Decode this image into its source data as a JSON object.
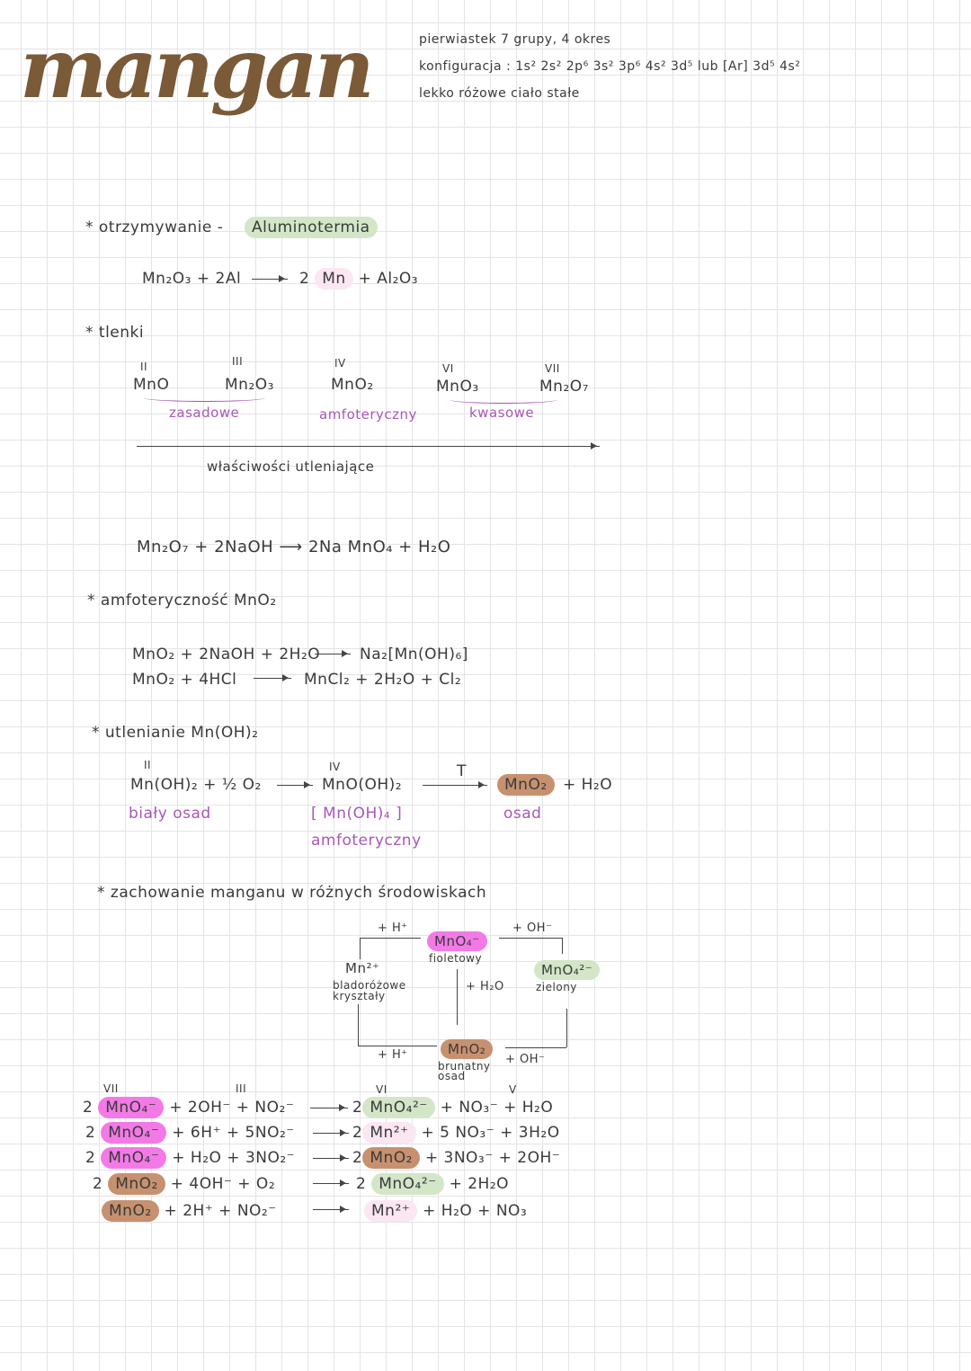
{
  "title": "mangan",
  "info": [
    "pierwiastek 7 grupy, 4 okres",
    "konfiguracja : 1s² 2s² 2p⁶ 3s² 3p⁶ 4s² 3d⁵ lub [Ar] 3d⁵ 4s²",
    "lekko różowe ciało stałe"
  ],
  "otrzymywanie": {
    "heading": "* otrzymywanie -",
    "method": "Aluminotermia",
    "eq_left": "Mn₂O₃ + 2Al",
    "eq_right_a": "2",
    "eq_right_mn": "Mn",
    "eq_right_b": "+ Al₂O₃"
  },
  "tlenki": {
    "heading": "* tlenki",
    "oxides": [
      {
        "ox": "II",
        "f": "MnO"
      },
      {
        "ox": "III",
        "f": "Mn₂O₃"
      },
      {
        "ox": "IV",
        "f": "MnO₂"
      },
      {
        "ox": "VI",
        "f": "MnO₃"
      },
      {
        "ox": "VII",
        "f": "Mn₂O₇"
      }
    ],
    "labels": [
      "zasadowe",
      "amfoteryczny",
      "kwasowe"
    ],
    "axis": "właściwości utleniające"
  },
  "eq_naoh": "Mn₂O₇ + 2NaOH ⟶ 2Na MnO₄ + H₂O",
  "amfoterycznosc": {
    "heading": "* amfoteryczność MnO₂",
    "eq1_l": "MnO₂ + 2NaOH + 2H₂O",
    "eq1_r": "Na₂[Mn(OH)₆]",
    "eq2_l": "MnO₂ + 4HCl",
    "eq2_r": "MnCl₂ + 2H₂O + Cl₂"
  },
  "utlenianie": {
    "heading": "* utlenianie Mn(OH)₂",
    "ox1": "II",
    "ox2": "IV",
    "left": "Mn(OH)₂ + ½ O₂",
    "mid": "MnO(OH)₂",
    "T": "T",
    "prod": "MnO₂",
    "plus": "+ H₂O",
    "note1": "biały osad",
    "note2": "[ Mn(OH)₄ ]",
    "note3": "amfoteryczny",
    "note4": "osad"
  },
  "zachowanie": {
    "heading": "* zachowanie manganu w różnych środowiskach",
    "mno4": "MnO₄⁻",
    "mno4_desc": "fioletowy",
    "mn2": "Mn²⁺",
    "mn2_desc": "bladoróżowe kryształy",
    "mno42": "MnO₄²⁻",
    "mno42_desc": "zielony",
    "mno2": "MnO₂",
    "mno2_desc": "brunatny osad",
    "h_top": "+ H⁺",
    "oh_top": "+ OH⁻",
    "h2o": "+ H₂O",
    "h_bottom": "+ H⁺",
    "oh_bottom": "+ OH⁻"
  },
  "reactions": [
    {
      "ox": "VII",
      "coef": "2",
      "hl": "MnO₄⁻",
      "rest": "+ 2OH⁻ + NO₂⁻",
      "ox2": "III",
      "r_coef": "2",
      "r_hl": "MnO₄²⁻",
      "r_rest": "+ NO₃⁻ + H₂O",
      "r_ox": "VI",
      "r_ox2": "V"
    },
    {
      "coef": "2",
      "hl": "MnO₄⁻",
      "rest": "+ 6H⁺ + 5NO₂⁻",
      "r_coef": "2",
      "r_hl": "Mn²⁺",
      "r_rest": "+ 5 NO₃⁻ + 3H₂O"
    },
    {
      "coef": "2",
      "hl": "MnO₄⁻",
      "rest": "+ H₂O + 3NO₂⁻",
      "r_coef": "2",
      "r_hl": "MnO₂",
      "r_rest": "+ 3NO₃⁻ + 2OH⁻"
    },
    {
      "coef": "2",
      "hl": "MnO₂",
      "rest": "+ 4OH⁻ + O₂",
      "r_coef": "2",
      "r_hl": "MnO₄²⁻",
      "r_rest": "+ 2H₂O"
    },
    {
      "coef": "",
      "hl": "MnO₂",
      "rest": "+ 2H⁺ + NO₂⁻",
      "r_coef": "",
      "r_hl": "Mn²⁺",
      "r_rest": "+ H₂O + NO₃"
    }
  ]
}
